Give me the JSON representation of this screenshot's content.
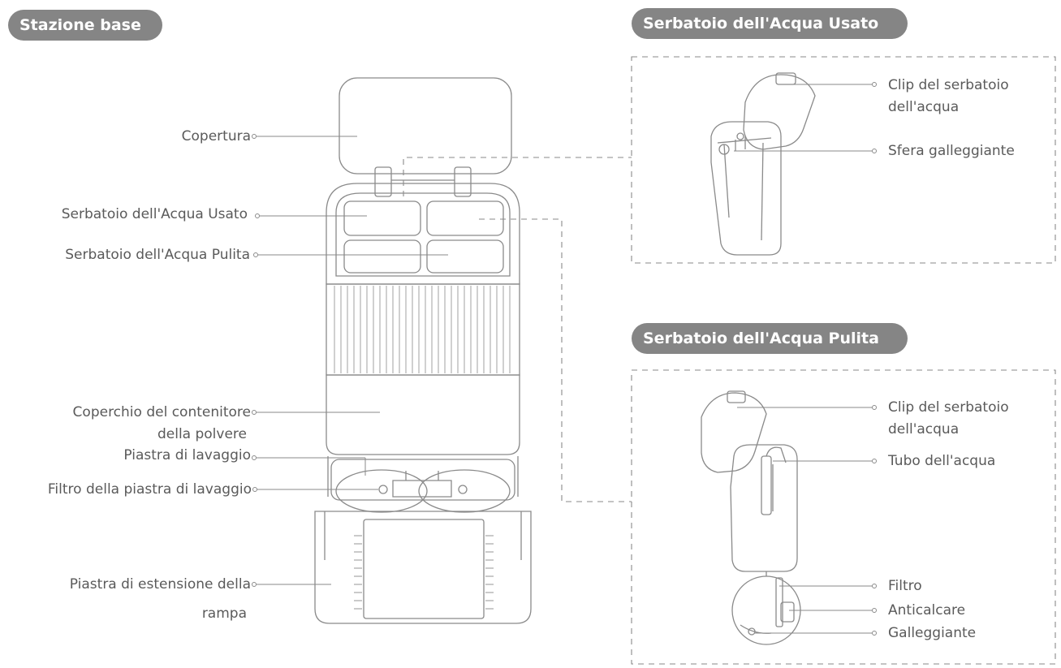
{
  "theme": {
    "pill_bg": "#858585",
    "line": "#8a8a8a",
    "text": "#5a5a5a"
  },
  "sections": {
    "base_station": "Stazione base",
    "dirty_tank": "Serbatoio dell'Acqua Usato",
    "clean_tank": "Serbatoio dell'Acqua Pulita"
  },
  "base_labels": {
    "cover": "Copertura",
    "dirty_tank": "Serbatoio dell'Acqua Usato",
    "clean_tank": "Serbatoio dell'Acqua Pulita",
    "dust_cover_line1": "Coperchio del contenitore",
    "dust_cover_line2": "della polvere",
    "wash_plate": "Piastra di lavaggio",
    "wash_filter": "Filtro della piastra di lavaggio",
    "ramp_line1": "Piastra di estensione della",
    "ramp_line2": "rampa"
  },
  "dirty_labels": {
    "clip_line1": "Clip del serbatoio",
    "clip_line2": "dell'acqua",
    "float_ball": "Sfera galleggiante"
  },
  "clean_labels": {
    "clip_line1": "Clip del serbatoio",
    "clip_line2": "dell'acqua",
    "water_tube": "Tubo dell'acqua",
    "filter": "Filtro",
    "descaler": "Anticalcare",
    "floater": "Galleggiante"
  }
}
